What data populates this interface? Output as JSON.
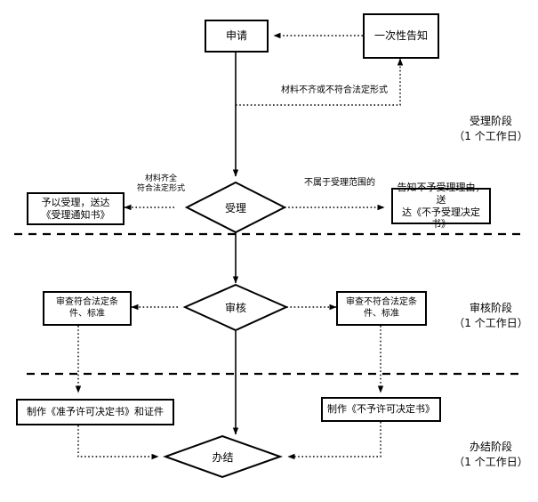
{
  "diagram": {
    "type": "flowchart",
    "title": "",
    "language": "zh-CN",
    "colors": {
      "stroke": "#000000",
      "fill": "#ffffff",
      "text": "#000000",
      "divider": "#000000"
    },
    "nodes": {
      "apply": {
        "label": "申请",
        "shape": "rect"
      },
      "one_time_notice": {
        "label": "一次性告知",
        "shape": "rect"
      },
      "accept_decision": {
        "label": "受理",
        "shape": "diamond"
      },
      "accept_yes_box": {
        "label": "予以受理，送达\n《受理通知书》",
        "line1": "予以受理，送达",
        "line2": "《受理通知书》",
        "shape": "rect"
      },
      "accept_no_box": {
        "label": "告知不予受理理由，送达《不予受理决定书》",
        "line1": "告知不予受理理由，送",
        "line2": "达《不予受理决定书》",
        "shape": "rect"
      },
      "review_decision": {
        "label": "审核",
        "shape": "diamond"
      },
      "review_pass_box": {
        "label": "审查符合法定条件、标准",
        "line1": "审查符合法定条",
        "line2": "件、标准",
        "shape": "rect"
      },
      "review_fail_box": {
        "label": "审查不符合法定条件、标准",
        "line1": "审查不符合法定条",
        "line2": "件、标准",
        "shape": "rect"
      },
      "grant_box": {
        "label": "制作《准予许可决定书》和证件",
        "shape": "rect"
      },
      "deny_box": {
        "label": "制作《不予许可决定书》",
        "shape": "rect"
      },
      "complete": {
        "label": "办结",
        "shape": "diamond"
      }
    },
    "edge_labels": {
      "incomplete_materials": "材料不齐或不符合法定形式",
      "materials_complete": {
        "line1": "材料齐全",
        "line2": "符合法定形式"
      },
      "out_of_scope": "不属于受理范围的"
    },
    "stages": [
      {
        "name": "受理阶段",
        "duration": "（1 个工作日）"
      },
      {
        "name": "审核阶段",
        "duration": "（1 个工作日）"
      },
      {
        "name": "办结阶段",
        "duration": "（1 个工作日）"
      }
    ]
  }
}
